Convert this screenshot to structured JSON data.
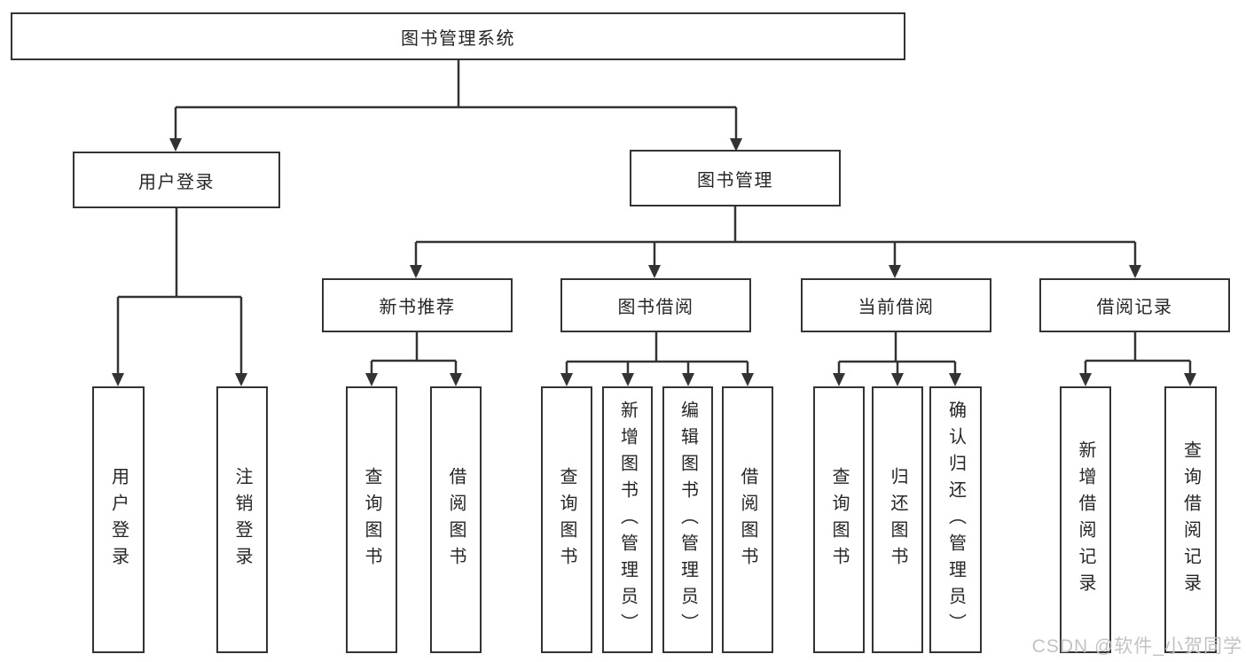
{
  "diagram": {
    "type": "tree",
    "title": "图书管理系统",
    "colors": {
      "line": "#333333",
      "text": "#262626",
      "background": "#ffffff",
      "watermark": "#c2c2c2"
    },
    "nodes": [
      {
        "id": "root",
        "label": "图书管理系统",
        "level": 1,
        "parent": null
      },
      {
        "id": "user-login",
        "label": "用户登录",
        "level": 2,
        "parent": "root"
      },
      {
        "id": "book-management",
        "label": "图书管理",
        "level": 2,
        "parent": "root"
      },
      {
        "id": "login",
        "label": "用户登录",
        "level": 3,
        "parent": "user-login"
      },
      {
        "id": "logout",
        "label": "注销登录",
        "level": 3,
        "parent": "user-login"
      },
      {
        "id": "new-book-recommend",
        "label": "新书推荐",
        "level": 3,
        "parent": "book-management"
      },
      {
        "id": "book-borrow",
        "label": "图书借阅",
        "level": 3,
        "parent": "book-management"
      },
      {
        "id": "current-borrow",
        "label": "当前借阅",
        "level": 3,
        "parent": "book-management"
      },
      {
        "id": "borrow-record",
        "label": "借阅记录",
        "level": 3,
        "parent": "book-management"
      },
      {
        "id": "rec-query-book",
        "label": "查询图书",
        "level": 4,
        "parent": "new-book-recommend"
      },
      {
        "id": "rec-borrow-book",
        "label": "借阅图书",
        "level": 4,
        "parent": "new-book-recommend"
      },
      {
        "id": "bb-query-book",
        "label": "查询图书",
        "level": 4,
        "parent": "book-borrow"
      },
      {
        "id": "bb-add-book",
        "label": "新增图书（管理员）",
        "level": 4,
        "parent": "book-borrow"
      },
      {
        "id": "bb-edit-book",
        "label": "编辑图书（管理员）",
        "level": 4,
        "parent": "book-borrow"
      },
      {
        "id": "bb-borrow-book",
        "label": "借阅图书",
        "level": 4,
        "parent": "book-borrow"
      },
      {
        "id": "cb-query-book",
        "label": "查询图书",
        "level": 4,
        "parent": "current-borrow"
      },
      {
        "id": "cb-return-book",
        "label": "归还图书",
        "level": 4,
        "parent": "current-borrow"
      },
      {
        "id": "cb-confirm-return",
        "label": "确认归还（管理员）",
        "level": 4,
        "parent": "current-borrow"
      },
      {
        "id": "br-add-record",
        "label": "新增借阅记录",
        "level": 4,
        "parent": "borrow-record"
      },
      {
        "id": "br-query-record",
        "label": "查询借阅记录",
        "level": 4,
        "parent": "borrow-record"
      }
    ]
  },
  "watermark": {
    "text": "CSDN @软件_小贺同学"
  }
}
